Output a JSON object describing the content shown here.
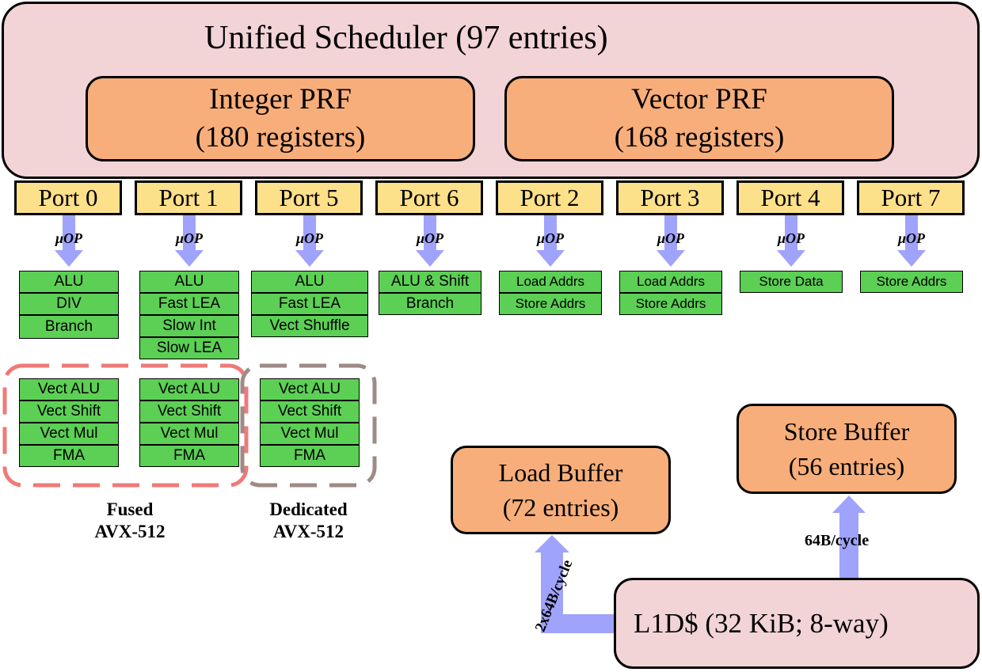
{
  "scheduler": {
    "title": "Unified Scheduler (97 entries)"
  },
  "integer_prf": {
    "line1": "Integer PRF",
    "line2": "(180 registers)"
  },
  "vector_prf": {
    "line1": "Vector PRF",
    "line2": "(168 registers)"
  },
  "ports": [
    {
      "label": "Port 0",
      "uop": "μOP",
      "units": [
        "ALU",
        "DIV",
        "Branch"
      ]
    },
    {
      "label": "Port 1",
      "uop": "μOP",
      "units": [
        "ALU",
        "Fast LEA",
        "Slow Int",
        "Slow LEA"
      ]
    },
    {
      "label": "Port 5",
      "uop": "μOP",
      "units": [
        "ALU",
        "Fast LEA",
        "Vect Shuffle"
      ]
    },
    {
      "label": "Port 6",
      "uop": "μOP",
      "units": [
        "ALU & Shift",
        "Branch"
      ]
    },
    {
      "label": "Port 2",
      "uop": "μOP",
      "units": [
        "Load Addrs",
        "Store Addrs"
      ]
    },
    {
      "label": "Port 3",
      "uop": "μOP",
      "units": [
        "Load Addrs",
        "Store Addrs"
      ]
    },
    {
      "label": "Port 4",
      "uop": "μOP",
      "units": [
        "Store Data"
      ]
    },
    {
      "label": "Port 7",
      "uop": "μOP",
      "units": [
        "Store Addrs"
      ]
    }
  ],
  "vector_units": [
    [
      "Vect ALU",
      "Vect Shift",
      "Vect Mul",
      "FMA"
    ],
    [
      "Vect ALU",
      "Vect Shift",
      "Vect Mul",
      "FMA"
    ],
    [
      "Vect ALU",
      "Vect Shift",
      "Vect Mul",
      "FMA"
    ]
  ],
  "fused_label": {
    "line1": "Fused",
    "line2": "AVX-512"
  },
  "dedicated_label": {
    "line1": "Dedicated",
    "line2": "AVX-512"
  },
  "load_buffer": {
    "line1": "Load Buffer",
    "line2": "(72 entries)"
  },
  "store_buffer": {
    "line1": "Store Buffer",
    "line2": "(56 entries)"
  },
  "l1d": {
    "label": "L1D$ (32 KiB; 8-way)"
  },
  "bandwidth": {
    "load": "2x64B/cycle",
    "store": "64B/cycle"
  },
  "colors": {
    "scheduler_fill": "#f2d3d6",
    "prf_fill": "#f8ae7a",
    "port_fill": "#fde08a",
    "unit_fill": "#5ccf55",
    "arrow": "#9fa3fb",
    "fused_border": "#ee7a78",
    "dedicated_border": "#9e8a86"
  }
}
